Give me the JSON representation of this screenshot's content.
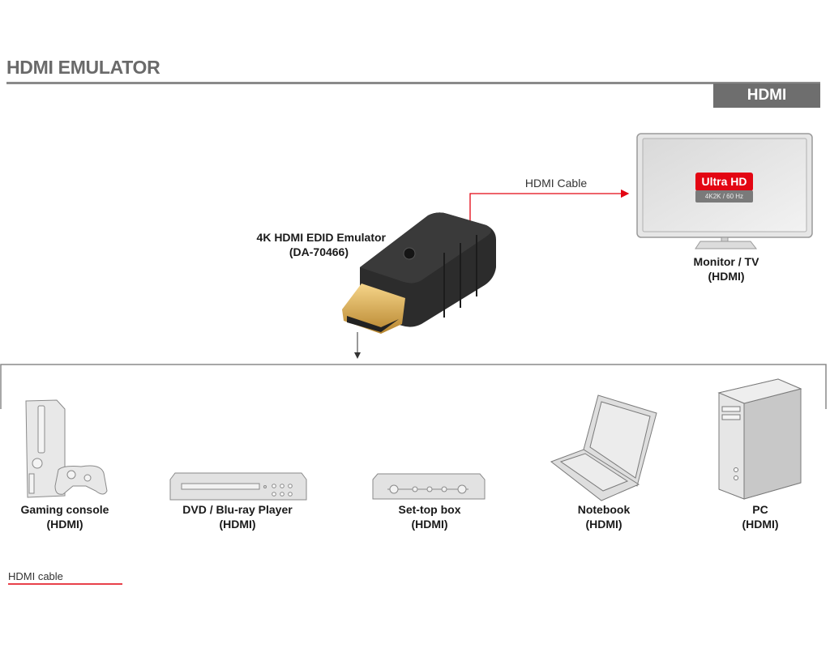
{
  "header": {
    "title": "HDMI EMULATOR",
    "tag": "HDMI"
  },
  "monitor": {
    "badge_title": "Ultra HD",
    "badge_sub": "4K2K / 60 Hz",
    "name": "Monitor / TV",
    "port": "(HDMI)"
  },
  "connection": {
    "label": "HDMI Cable"
  },
  "emulator": {
    "name": "4K HDMI EDID Emulator",
    "model": "(DA-70466)"
  },
  "devices": [
    {
      "name": "Gaming console",
      "port": "(HDMI)"
    },
    {
      "name": "DVD / Blu-ray Player",
      "port": "(HDMI)"
    },
    {
      "name": "Set-top box",
      "port": "(HDMI)"
    },
    {
      "name": "Notebook",
      "port": "(HDMI)"
    },
    {
      "name": "PC",
      "port": "(HDMI)"
    }
  ],
  "legend": {
    "label": "HDMI cable"
  },
  "colors": {
    "accent": "#e30613",
    "gray": "#6e6e6e"
  }
}
